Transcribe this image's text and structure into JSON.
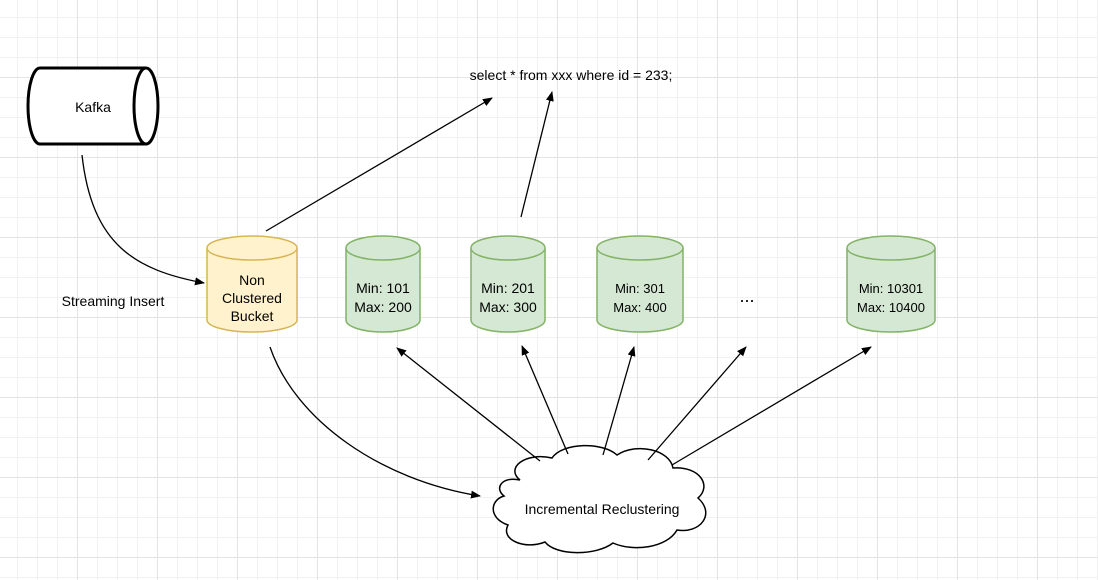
{
  "diagram": {
    "query": "select * from xxx where id = 233;",
    "source": {
      "label": "Kafka"
    },
    "streaming_label": "Streaming Insert",
    "non_clustered": {
      "lines": [
        "Non",
        "Clustered",
        "Bucket"
      ],
      "fill": "#fff2cc",
      "stroke": "#d6b656"
    },
    "buckets": [
      {
        "min": "Min: 101",
        "max": "Max: 200"
      },
      {
        "min": "Min: 201",
        "max": "Max: 300"
      },
      {
        "min": "Min: 301",
        "max": "Max: 400"
      },
      {
        "min": "Min: 10301",
        "max": "Max: 10400"
      }
    ],
    "bucket_colors": {
      "fill": "#d5e8d4",
      "stroke": "#82b366"
    },
    "ellipsis": "...",
    "process": {
      "label": "Incremental Reclustering"
    }
  }
}
